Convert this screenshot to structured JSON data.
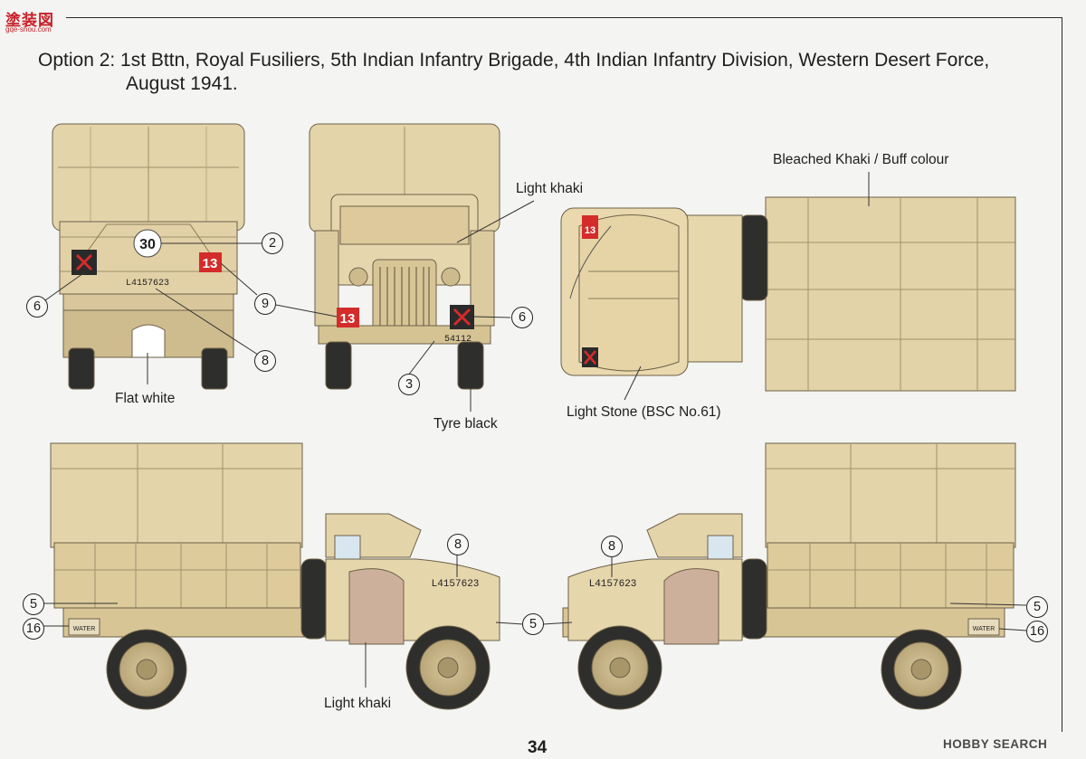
{
  "watermark": {
    "logo_text": "塗装図",
    "url_text": "gqe-shou.com",
    "bottom_right": "HOBBY SEARCH"
  },
  "title": {
    "line1": "Option 2: 1st Bttn, Royal Fusiliers, 5th Indian Infantry Brigade, 4th Indian Infantry Division, Western Desert Force,",
    "line2": "August 1941."
  },
  "labels": {
    "light_khaki_top": "Light  khaki",
    "bleached_khaki": "Bleached Khaki / Buff colour",
    "flat_white": "Flat white",
    "tyre_black": "Tyre black",
    "light_stone": "Light  Stone (BSC No.61)",
    "light_khaki_bottom": "Light  khaki"
  },
  "markings": {
    "rear_number": "30",
    "unit_code": "13",
    "registration": "L4157623",
    "front_plate": "54112",
    "water": "WATER"
  },
  "callouts": {
    "c2": "2",
    "c3": "3",
    "c5": "5",
    "c6": "6",
    "c8": "8",
    "c9": "9",
    "c16": "16"
  },
  "page_number": "34",
  "colors": {
    "khaki": "#e3d2a8",
    "khaki_dark": "#cdb98a",
    "canvas": "#e6d6ae",
    "stone": "#ead8ad",
    "tyre": "#2e2e2c",
    "red_marking": "#d42b2b",
    "panel_brown": "#cdb09b"
  }
}
